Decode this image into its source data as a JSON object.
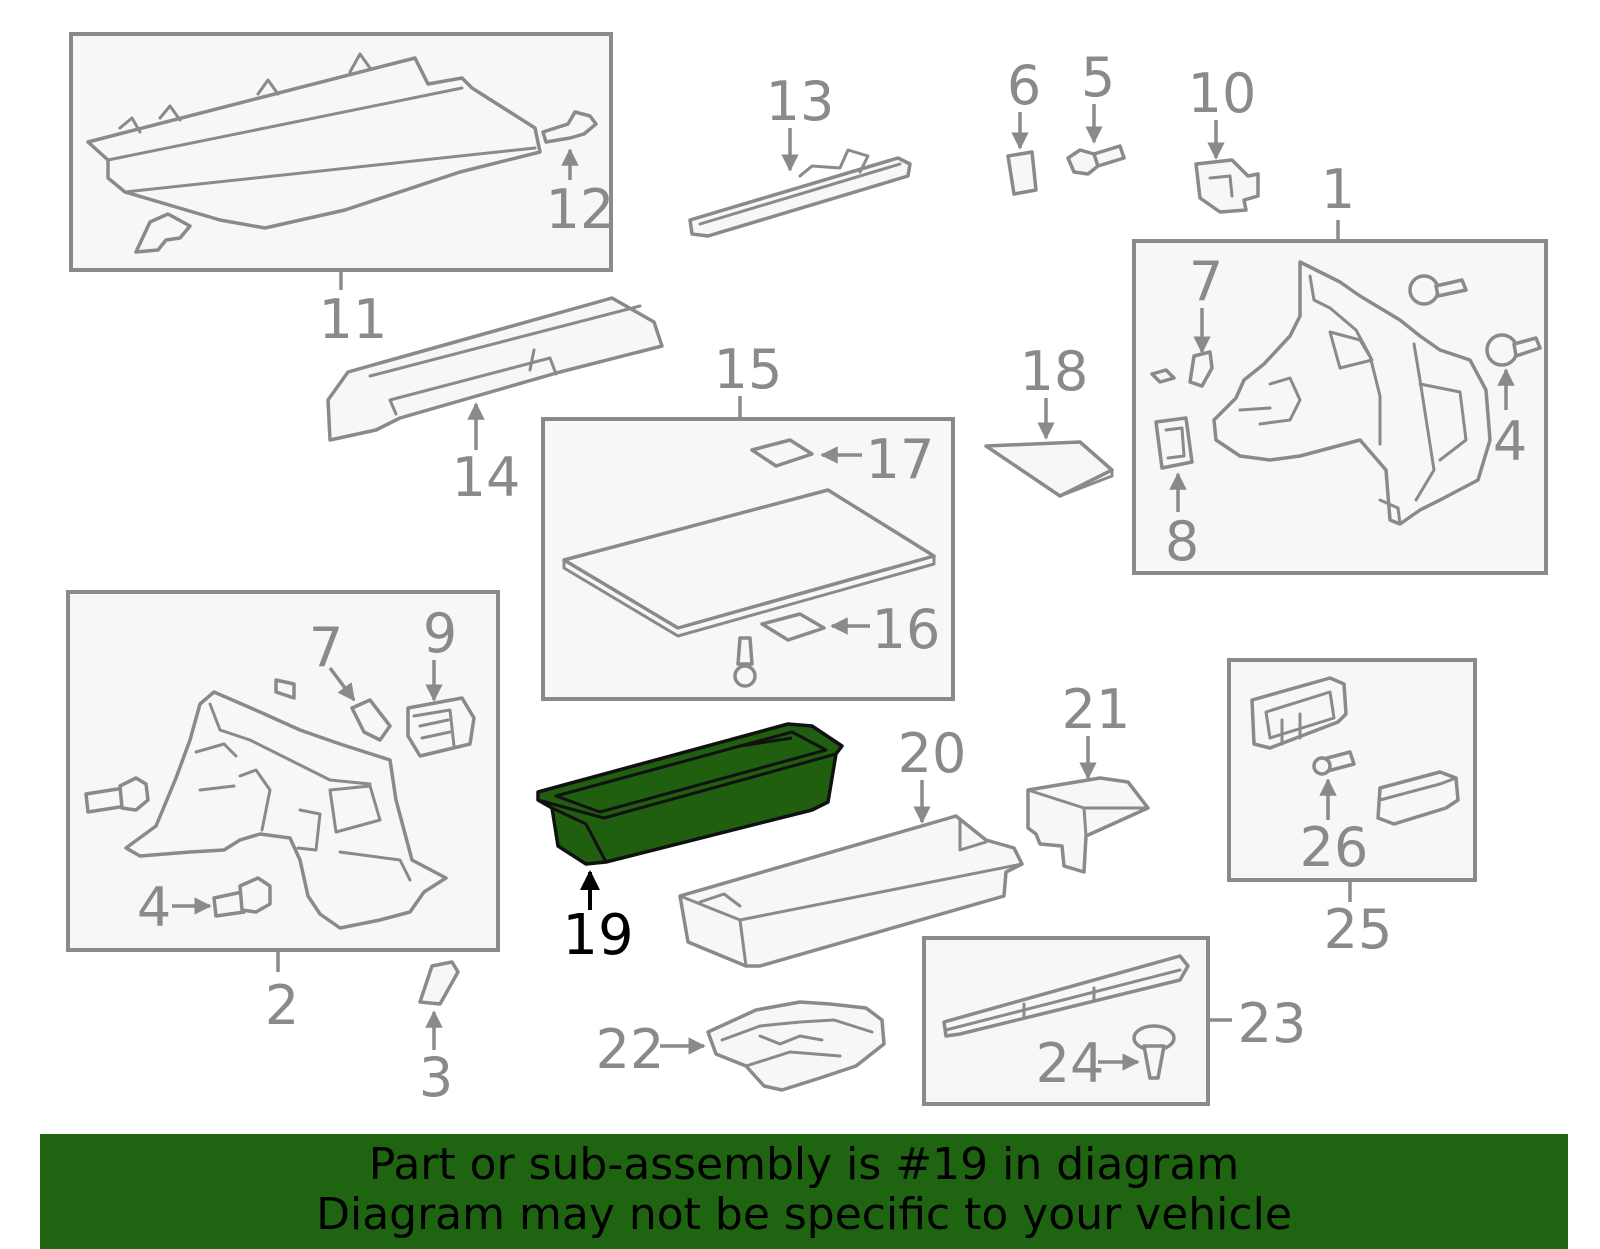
{
  "callouts": {
    "c1": "1",
    "c2": "2",
    "c3": "3",
    "c4a": "4",
    "c4b": "4",
    "c5": "5",
    "c6": "6",
    "c7a": "7",
    "c7b": "7",
    "c8": "8",
    "c9": "9",
    "c10": "10",
    "c11": "11",
    "c12": "12",
    "c13": "13",
    "c14": "14",
    "c15": "15",
    "c16": "16",
    "c17": "17",
    "c18": "18",
    "c19": "19",
    "c20": "20",
    "c21": "21",
    "c22": "22",
    "c23": "23",
    "c24": "24",
    "c25": "25",
    "c26": "26"
  },
  "highlight_part": "19",
  "colors": {
    "highlight_fill": "#1f5f0f",
    "banner_background": "#1f6410",
    "line_gray": "#8a8a8a",
    "box_fill": "#f7f7f7"
  },
  "banner": {
    "line1": "Part or sub-assembly is #19 in diagram",
    "line2": "Diagram may not be specific to your vehicle"
  }
}
